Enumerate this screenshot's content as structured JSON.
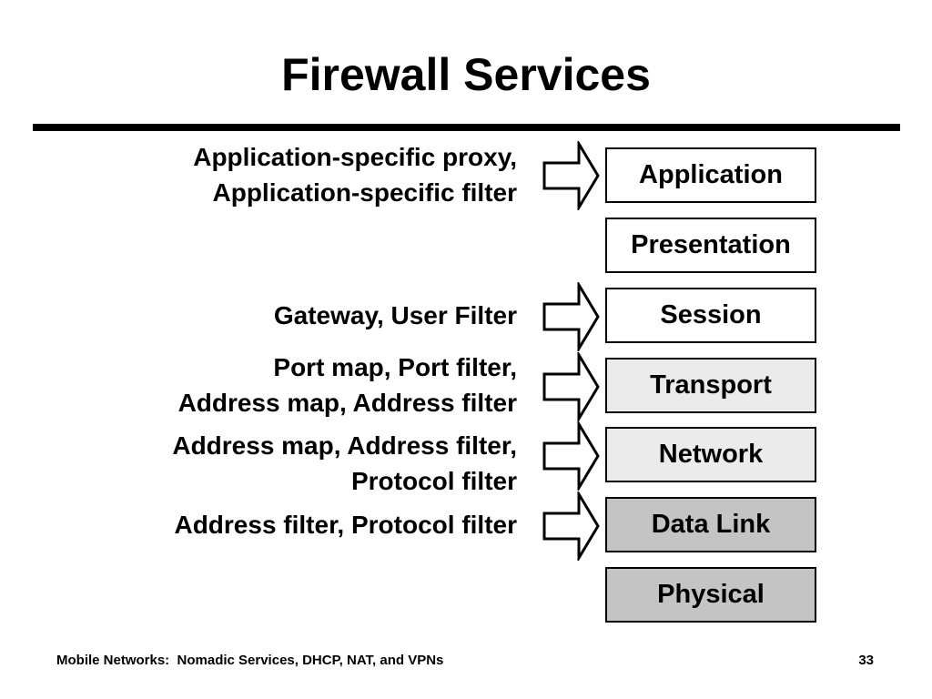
{
  "title": "Firewall Services",
  "services": [
    {
      "lines": [
        "Application-specific proxy,",
        "Application-specific filter"
      ],
      "layer": "Application"
    },
    {
      "lines": [
        "Gateway, User Filter"
      ],
      "layer": "Session"
    },
    {
      "lines": [
        "Port map, Port filter,",
        "Address map, Address filter"
      ],
      "layer": "Transport"
    },
    {
      "lines": [
        "Address map, Address filter,",
        "Protocol filter"
      ],
      "layer": "Network"
    },
    {
      "lines": [
        "Address filter, Protocol filter"
      ],
      "layer": "Data Link"
    }
  ],
  "layers": [
    {
      "label": "Application",
      "fill": "#ffffff"
    },
    {
      "label": "Presentation",
      "fill": "#ffffff"
    },
    {
      "label": "Session",
      "fill": "#ffffff"
    },
    {
      "label": "Transport",
      "fill": "#ebebeb"
    },
    {
      "label": "Network",
      "fill": "#ebebeb"
    },
    {
      "label": "Data Link",
      "fill": "#c4c4c4"
    },
    {
      "label": "Physical",
      "fill": "#c4c4c4"
    }
  ],
  "footer": {
    "left": "Mobile Networks:  Nomadic Services, DHCP, NAT, and VPNs",
    "page": "33"
  }
}
